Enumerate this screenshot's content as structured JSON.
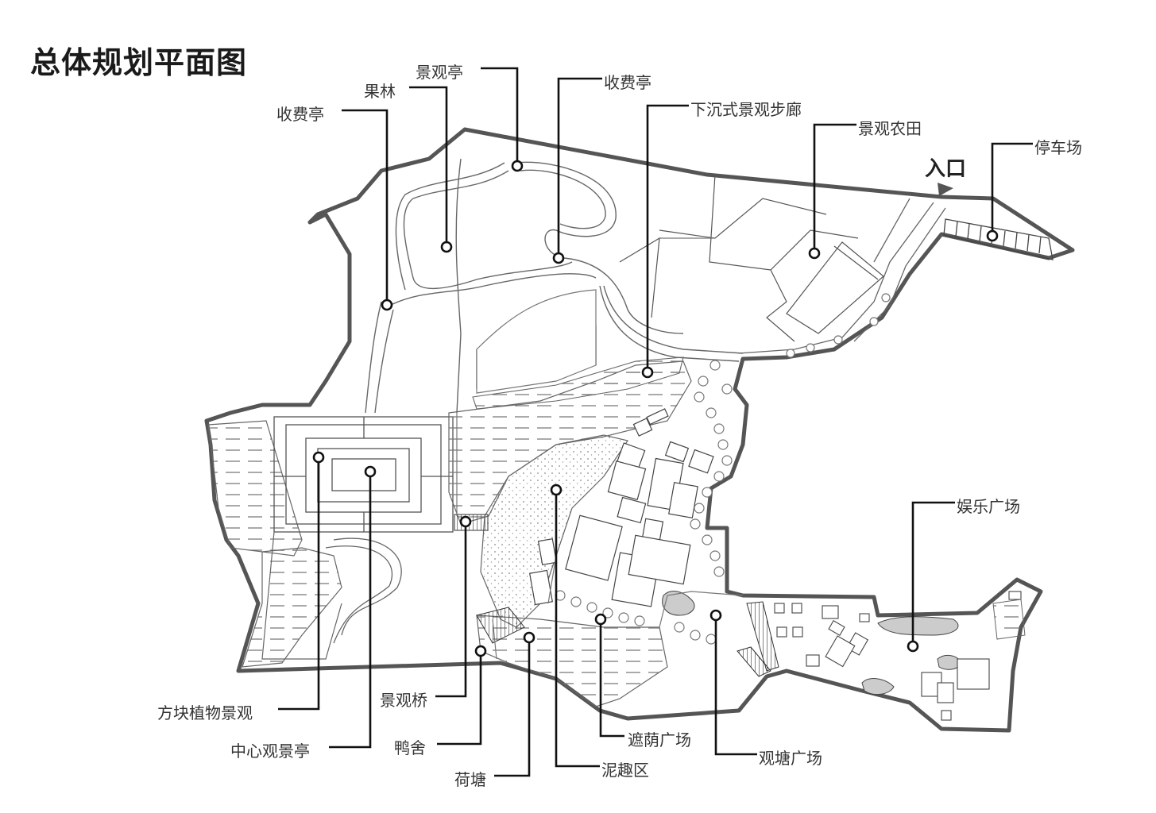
{
  "title": "总体规划平面图",
  "entrance_label": "入口",
  "labels": {
    "shoufeiting_left": "收费亭",
    "guolin": "果林",
    "jingguanting": "景观亭",
    "shoufeiting_right": "收费亭",
    "xiachenshi": "下沉式景观步廊",
    "jingguannongtian": "景观农田",
    "tingchechang": "停车场",
    "yulechangchang": "娱乐广场",
    "fangkuai": "方块植物景观",
    "zhongxin": "中心观景亭",
    "jingguanqiao": "景观桥",
    "yashe": "鸭舍",
    "hetang": "荷塘",
    "zheyin": "遮荫广场",
    "niqu": "泥趣区",
    "guantang": "观塘广场"
  }
}
